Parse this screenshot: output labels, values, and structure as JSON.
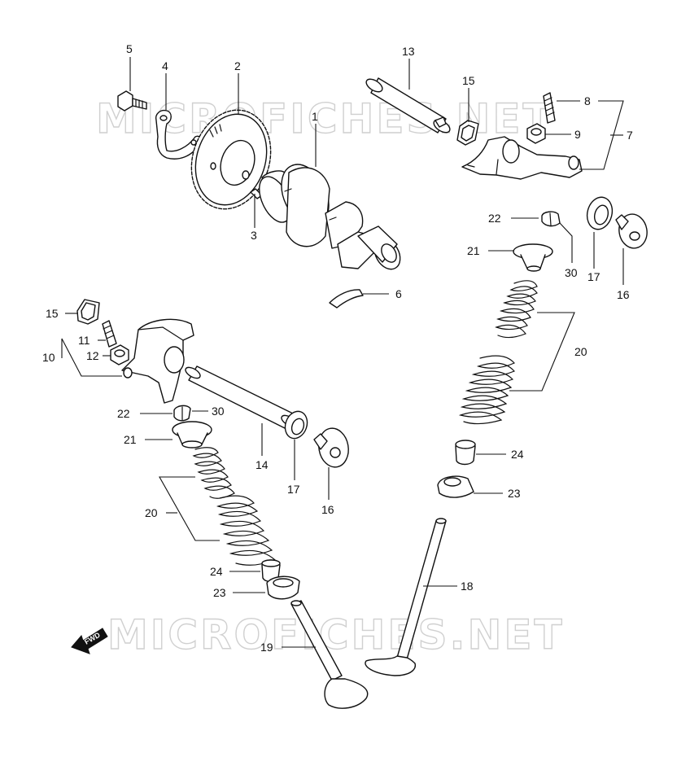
{
  "watermark": "MICROFICHES.NET",
  "fwd_label": "FWD",
  "callouts": [
    {
      "id": "c1",
      "text": "1"
    },
    {
      "id": "c2",
      "text": "2"
    },
    {
      "id": "c3",
      "text": "3"
    },
    {
      "id": "c4",
      "text": "4"
    },
    {
      "id": "c5",
      "text": "5"
    },
    {
      "id": "c6",
      "text": "6"
    },
    {
      "id": "c7",
      "text": "7"
    },
    {
      "id": "c8",
      "text": "8"
    },
    {
      "id": "c9",
      "text": "9"
    },
    {
      "id": "c13",
      "text": "13"
    },
    {
      "id": "c15a",
      "text": "15"
    },
    {
      "id": "c22a",
      "text": "22"
    },
    {
      "id": "c21a",
      "text": "21"
    },
    {
      "id": "c30a",
      "text": "30"
    },
    {
      "id": "c17a",
      "text": "17"
    },
    {
      "id": "c16a",
      "text": "16"
    },
    {
      "id": "c20a",
      "text": "20"
    },
    {
      "id": "c24a",
      "text": "24"
    },
    {
      "id": "c23a",
      "text": "23"
    },
    {
      "id": "c18",
      "text": "18"
    },
    {
      "id": "c15b",
      "text": "15"
    },
    {
      "id": "c11",
      "text": "11"
    },
    {
      "id": "c10",
      "text": "10"
    },
    {
      "id": "c12",
      "text": "12"
    },
    {
      "id": "c22b",
      "text": "22"
    },
    {
      "id": "c30b",
      "text": "30"
    },
    {
      "id": "c21b",
      "text": "21"
    },
    {
      "id": "c14",
      "text": "14"
    },
    {
      "id": "c17b",
      "text": "17"
    },
    {
      "id": "c16b",
      "text": "16"
    },
    {
      "id": "c20b",
      "text": "20"
    },
    {
      "id": "c24b",
      "text": "24"
    },
    {
      "id": "c23b",
      "text": "23"
    },
    {
      "id": "c19",
      "text": "19"
    }
  ]
}
